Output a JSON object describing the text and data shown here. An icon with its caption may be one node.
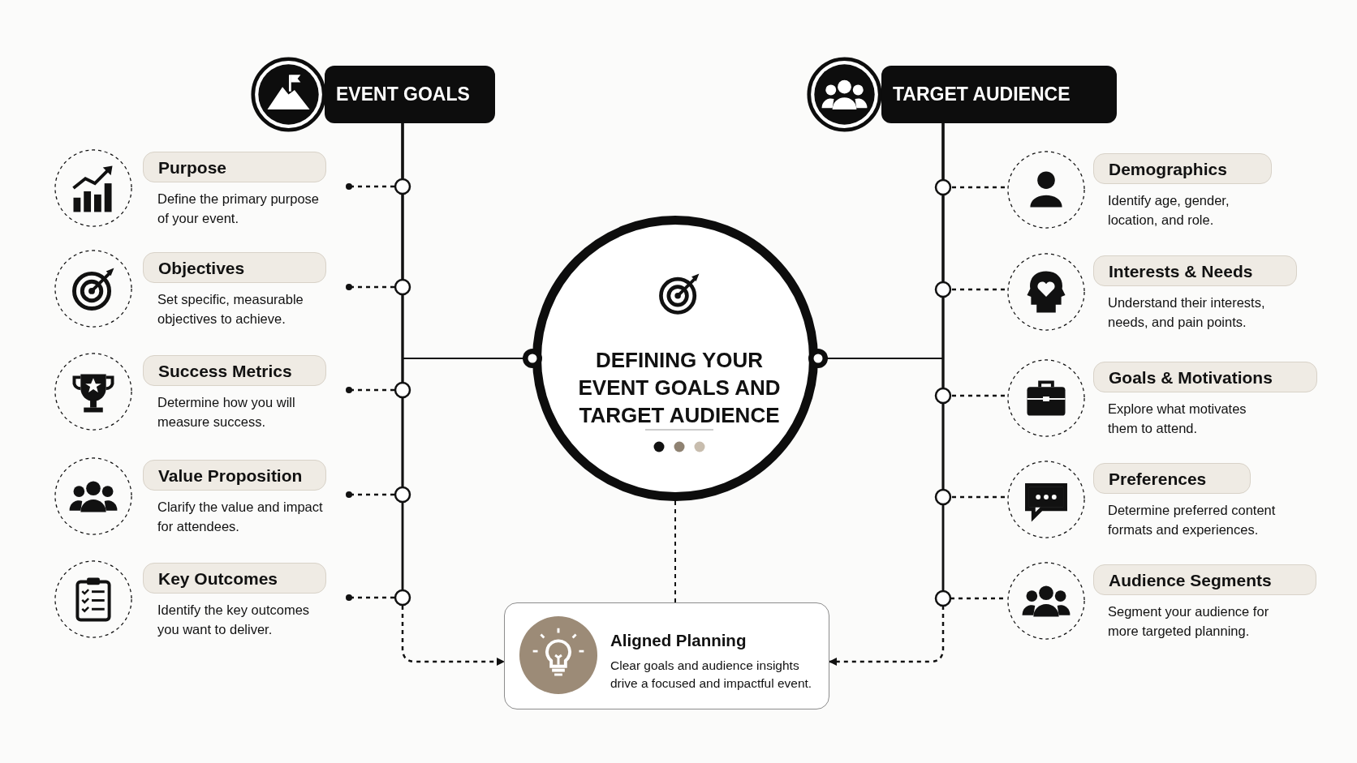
{
  "diagram": {
    "nodes": [
      {
        "text": [
          "EVENT GOALS"
        ]
      },
      {
        "text": [
          "TARGET AUDIENCE"
        ]
      },
      {
        "text": [
          "DEFINING YOUR EVENT GOALS AND TARGET AUDIENCE"
        ]
      },
      {
        "text": [
          "Purpose",
          "Define the primary purpose of your event."
        ]
      },
      {
        "text": [
          "Objectives",
          "Set specific, measurable objectives to achieve."
        ]
      },
      {
        "text": [
          "Success Metrics",
          "Determine how you will measure success."
        ]
      },
      {
        "text": [
          "Value Proposition",
          "Clarify the value and impact for attendees."
        ]
      },
      {
        "text": [
          "Key Outcomes",
          "Identify the key outcomes you want to deliver."
        ]
      },
      {
        "text": [
          "Demographics",
          "Identify age, gender, location, and role."
        ]
      },
      {
        "text": [
          "Interests & Needs",
          "Understand their interests, needs, and pain points."
        ]
      },
      {
        "text": [
          "Goals & Motivations",
          "Explore what motivates them to attend."
        ]
      },
      {
        "text": [
          "Preferences",
          "Determine preferred content formats and experiences."
        ]
      },
      {
        "text": [
          "Audience Segments",
          "Segment your audience for more targeted planning."
        ]
      },
      {
        "text": [
          "Aligned Planning",
          "Clear goals and audience insights drive a focused and impactful event."
        ]
      }
    ],
    "edges": [
      {
        "from": 0,
        "to": 3,
        "arrow": "other",
        "style": "dashed"
      },
      {
        "from": 0,
        "to": 4,
        "arrow": "other",
        "style": "dashed"
      },
      {
        "from": 0,
        "to": 5,
        "arrow": "other",
        "style": "dashed"
      },
      {
        "from": 0,
        "to": 6,
        "arrow": "other",
        "style": "dashed"
      },
      {
        "from": 0,
        "to": 7,
        "arrow": "other",
        "style": "dashed"
      },
      {
        "from": 1,
        "to": 8,
        "arrow": "none",
        "style": "dashed"
      },
      {
        "from": 1,
        "to": 9,
        "arrow": "none",
        "style": "dashed"
      },
      {
        "from": 1,
        "to": 10,
        "arrow": "none",
        "style": "dashed"
      },
      {
        "from": 1,
        "to": 11,
        "arrow": "none",
        "style": "dashed"
      },
      {
        "from": 1,
        "to": 12,
        "arrow": "none",
        "style": "dashed"
      },
      {
        "from": 2,
        "to": 0,
        "arrow": "none"
      },
      {
        "from": 2,
        "to": 1,
        "arrow": "none"
      },
      {
        "from": 2,
        "to": 13,
        "arrow": "none",
        "style": "dashed"
      },
      {
        "from": 0,
        "to": 13,
        "arrow": "to",
        "style": "dashed"
      },
      {
        "from": 1,
        "to": 13,
        "arrow": "to",
        "style": "dashed"
      }
    ]
  }
}
